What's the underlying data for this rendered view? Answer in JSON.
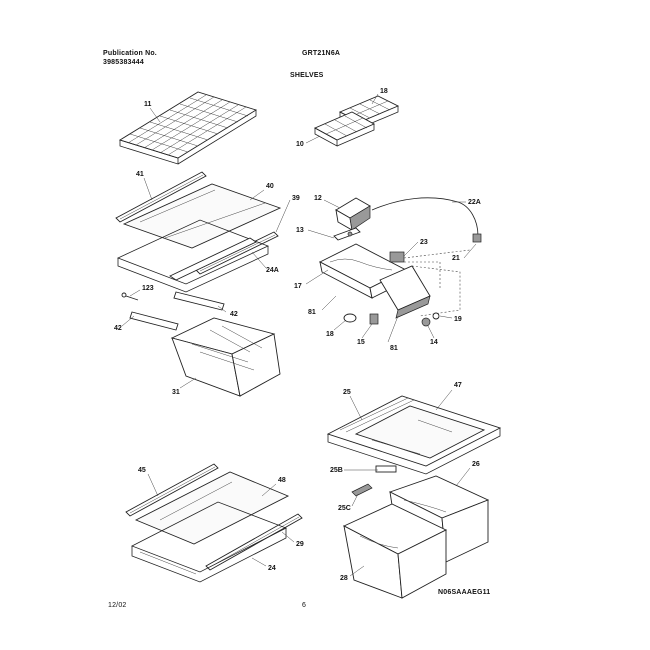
{
  "header": {
    "publication_label": "Publication No.",
    "publication_number": "3985383444",
    "model": "GRT21N6A",
    "section_title": "SHELVES"
  },
  "footer": {
    "date": "12/02",
    "page": "6",
    "drawing_code": "N06SAAAEG11"
  },
  "callouts": {
    "c11": "11",
    "c18": "18",
    "c10": "10",
    "c41": "41",
    "c40": "40",
    "c39": "39",
    "c12": "12",
    "c22A": "22A",
    "c13": "13",
    "c23": "23",
    "c21": "21",
    "c24A": "24A",
    "c17": "17",
    "c123": "123",
    "c42a": "42",
    "c42b": "42",
    "c81a": "81",
    "c81b": "81",
    "c18b": "18",
    "c15": "15",
    "c19": "19",
    "c14": "14",
    "c31": "31",
    "c25": "25",
    "c47": "47",
    "c25B": "25B",
    "c26": "26",
    "c25C": "25C",
    "c28": "28",
    "c45": "45",
    "c48": "48",
    "c29": "29",
    "c24": "24"
  }
}
